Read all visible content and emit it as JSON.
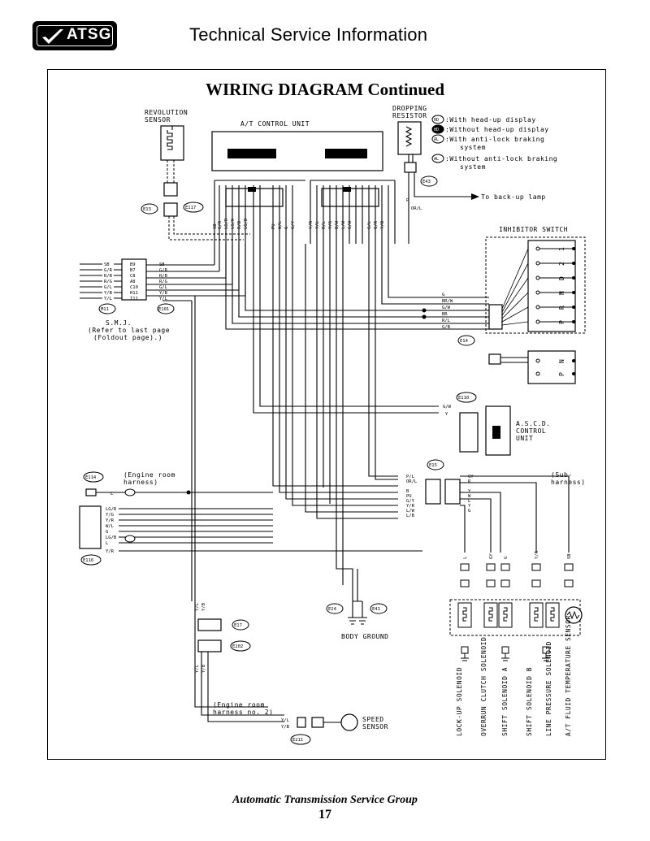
{
  "header": {
    "logo_text": "ATSG",
    "title": "Technical Service Information"
  },
  "diagram": {
    "title": "WIRING DIAGRAM Continued",
    "labels": {
      "revolution_sensor": "REVOLUTION SENSOR",
      "revolution_sensor_l1": "REVOLUTION",
      "revolution_sensor_l2": "SENSOR",
      "at_control_unit": "A/T CONTROL UNIT",
      "dropping_resistor_l1": "DROPPING",
      "dropping_resistor_l2": "RESISTOR",
      "to_backup_lamp": "To back-up lamp",
      "inhibitor_switch": "INHIBITOR SWITCH",
      "smj_l1": "S.M.J.",
      "smj_l2": "(Refer to last page",
      "smj_l3": "(Foldout page).)",
      "ascd_l1": "A.S.C.D.",
      "ascd_l2": "CONTROL",
      "ascd_l3": "UNIT",
      "engine_room_l1": "(Engine room",
      "engine_room_l2": "harness)",
      "sub_harness_l1": "(Sub-",
      "sub_harness_l2": "harness)",
      "body_ground": "BODY GROUND",
      "engine_room2_l1": "(Engine room",
      "engine_room2_l2": "harness no. 2)",
      "speed_sensor_l1": "SPEED",
      "speed_sensor_l2": "SENSOR",
      "lockup": "LOCK-UP SOLENOID",
      "overrun": "OVERRUN CLUTCH SOLENOID",
      "shift_a": "SHIFT SOLENOID A",
      "shift_b": "SHIFT SOLENOID B",
      "line_pressure": "LINE PRESSURE SOLENOID",
      "fluid_temp": "A/T FLUID TEMPERATURE SENSOR"
    },
    "legend": [
      {
        "code": "HD",
        "text": ":With head-up display"
      },
      {
        "code": "HD",
        "text": ":Without head-up display"
      },
      {
        "code": "AL",
        "text": ":With anti-lock braking"
      },
      {
        "code": "",
        "text": "system"
      },
      {
        "code": "AL",
        "text": ":Without anti-lock braking"
      },
      {
        "code": "",
        "text": "system"
      }
    ],
    "connectors": {
      "E13": "E13",
      "E117": "E117",
      "E43": "E43",
      "M11": "M11",
      "E101": "E101",
      "E14": "E14",
      "E110": "E110",
      "E114": "E114",
      "E116": "E116",
      "E15": "E15",
      "E24": "E24",
      "E41": "E41",
      "E17": "E17",
      "E202": "E202",
      "E211": "E211"
    },
    "smj_left_pins": [
      "SB",
      "G/R",
      "R/B",
      "R/G",
      "G/L",
      "Y/B",
      "Y/L"
    ],
    "smj_mid_pins": [
      "B9",
      "B7",
      "C8",
      "A8",
      "C10",
      "H11",
      "I11"
    ],
    "smj_right_pins": [
      "SB",
      "G/R",
      "R/B",
      "R/G",
      "G/L",
      "Y/B",
      "Y/L"
    ],
    "ecu_left_wires": [
      "SB",
      "G/R",
      "LG/R",
      "LG/K",
      "R/B",
      "LG/B"
    ],
    "ecu_mid_wires": [
      "PU",
      "W/L",
      "G",
      "G/Y"
    ],
    "ecu_right_wires": [
      "Y/R",
      "Y/L",
      "R/L",
      "Y/G",
      "B/W",
      "L/W",
      "G/W",
      "G/L",
      "G/R",
      "Y/B"
    ],
    "dropping_wires": [
      "P",
      "OR/L"
    ],
    "inhibitor_wires": [
      "G",
      "BR/W",
      "G/W",
      "BR",
      "R/L",
      "G/B"
    ],
    "inhibitor_positions": [
      "1",
      "2",
      "D",
      "N",
      "R",
      "P"
    ],
    "inhibitor_positions2": [
      "N",
      "P"
    ],
    "ascd_wires": [
      "G/W",
      "Y"
    ],
    "e114_wire": "L",
    "e114_marks": [
      "E114",
      "L"
    ],
    "e116_wires": [
      "LG/R",
      "Y/G",
      "Y/R",
      "W/L",
      "G",
      "LG/B",
      "L"
    ],
    "e116_bottom": "Y/R",
    "e15_left_wires": [
      "P/L",
      "OR/L",
      "",
      "B",
      "PU",
      "G/Y",
      "Y/R",
      "L/W",
      "L/B"
    ],
    "e15_right_wires": [
      "GY",
      "R",
      "",
      "Y",
      "W",
      "L",
      "Y",
      "G"
    ],
    "solenoid_wires": [
      "L",
      "GY",
      "G",
      "Y/R",
      "SB"
    ],
    "e17_wires": [
      "Y/L",
      "Y/B"
    ],
    "e202_wires": [
      "Y/L",
      "Y/B"
    ],
    "speed_wires": [
      "Y/L",
      "Y/B"
    ]
  },
  "footer": {
    "company": "Automatic Transmission Service Group",
    "page_number": "17"
  }
}
